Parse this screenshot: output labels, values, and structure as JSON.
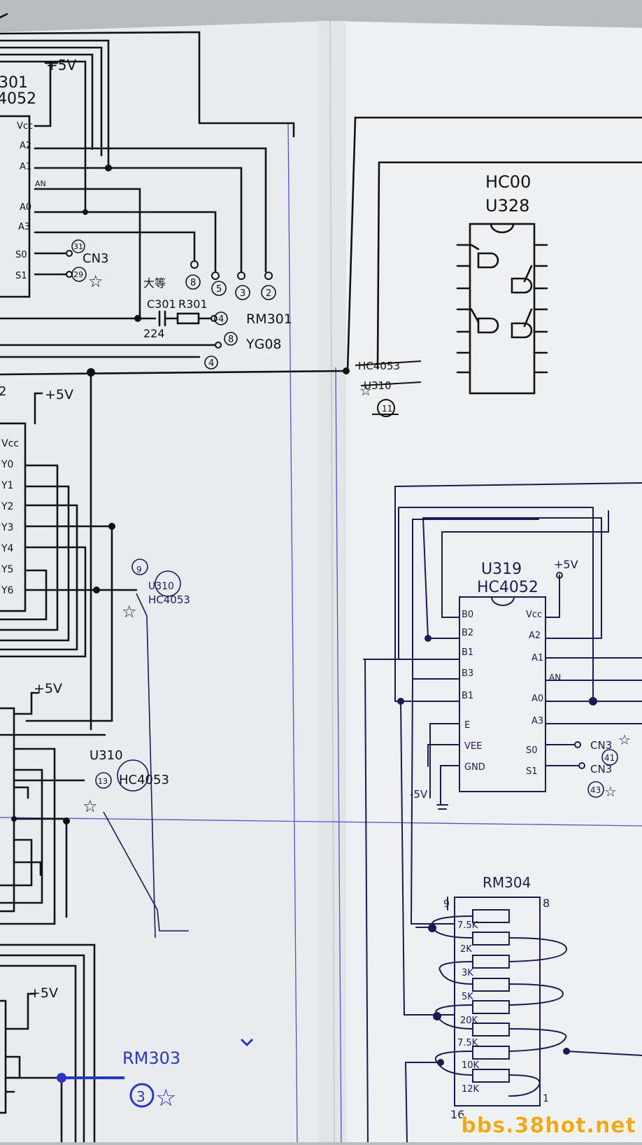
{
  "header": {
    "hidden_id": "301",
    "hidden_part": "4052"
  },
  "left_upper_chip": {
    "pins": [
      "Vcc",
      "A2",
      "A1",
      "AN",
      "A0",
      "A3",
      "S0",
      "S1"
    ],
    "supply": "+5V",
    "connector_note": "CN3",
    "pin_marks": [
      "31",
      "29"
    ]
  },
  "middle_parts": {
    "cap_note": "大等",
    "c301": "C301",
    "r301": "R301",
    "cap_value": "224",
    "rm301": "RM301",
    "yg08": "YG08",
    "circled": [
      "8",
      "5",
      "3",
      "2",
      "4",
      "8",
      "4"
    ]
  },
  "strike_notes": {
    "hc4053": "HC4053",
    "u310": "U310",
    "num": "11"
  },
  "hc00_chip": {
    "part": "HC00",
    "ref": "U328"
  },
  "left_mid_chip": {
    "ref_partial": "2",
    "supply": "+5V",
    "pins": [
      "Vcc",
      "Y0",
      "Y1",
      "Y2",
      "Y3",
      "Y4",
      "Y5",
      "Y6"
    ]
  },
  "u310_note_a": {
    "ref": "U310",
    "part": "HC4053",
    "num": "9"
  },
  "left_low_chip": {
    "supply": "+5V"
  },
  "u310_note_b": {
    "ref": "U310",
    "part": "HC4053",
    "pin": "13"
  },
  "left_bottom_chip": {
    "supply": "+5V"
  },
  "rm303_note": {
    "label": "RM303",
    "pin": "3"
  },
  "u319_chip": {
    "ref": "U319",
    "part": "HC4052",
    "left_pins": [
      "B0",
      "B2",
      "B1",
      "B3",
      "B1",
      "E",
      "VEE",
      "GND"
    ],
    "right_pins": [
      "Vcc",
      "A2",
      "A1",
      "AN",
      "A0",
      "A3",
      "S0",
      "S1"
    ],
    "supply": "+5V",
    "neg_supply": "-5V",
    "cn3_a": "CN3",
    "cn3_b": "CN3",
    "pin_marks": [
      "41",
      "43"
    ]
  },
  "rm304": {
    "label": "RM304",
    "pin_left": "9",
    "pin_right": "8",
    "pin_bottom_left": "16",
    "pin_bottom_right": "1",
    "values": [
      "7.5K",
      "2K",
      "3K",
      "5K",
      "20K",
      "7.5K",
      "10K",
      "12K"
    ]
  },
  "watermark": "bbs.38hot.net"
}
